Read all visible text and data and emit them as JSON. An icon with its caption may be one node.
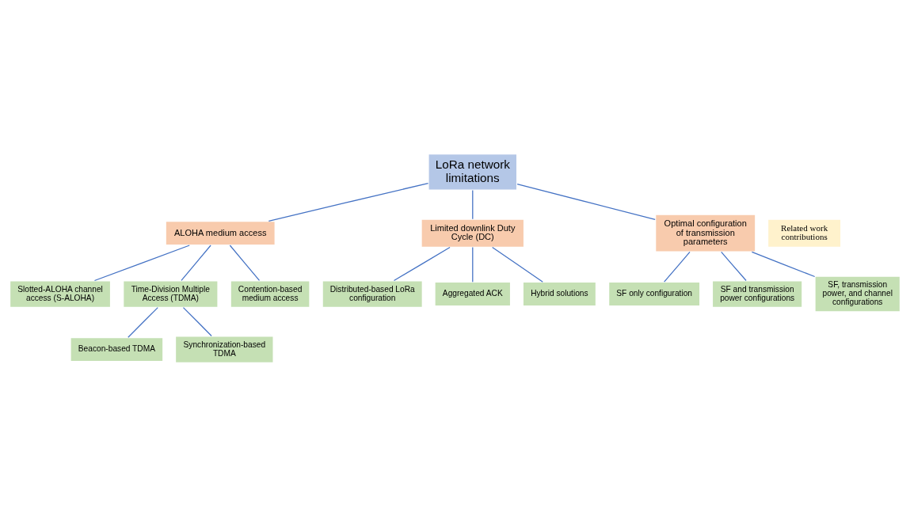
{
  "diagram": {
    "nodes": [
      {
        "text": [
          "LoRa network limitations"
        ]
      },
      {
        "text": [
          "ALOHA medium access"
        ]
      },
      {
        "text": [
          "Limited downlink Duty Cycle (DC)"
        ]
      },
      {
        "text": [
          "Optimal configuration of transmission parameters"
        ]
      },
      {
        "text": [
          "Related work contributions"
        ]
      },
      {
        "text": [
          "Slotted-ALOHA channel access (S-ALOHA)"
        ]
      },
      {
        "text": [
          "Time-Division Multiple Access (TDMA)"
        ]
      },
      {
        "text": [
          "Contention-based medium access"
        ]
      },
      {
        "text": [
          "Beacon-based TDMA"
        ]
      },
      {
        "text": [
          "Synchronization-based TDMA"
        ]
      },
      {
        "text": [
          "Distributed-based LoRa configuration"
        ]
      },
      {
        "text": [
          "Aggregated ACK"
        ]
      },
      {
        "text": [
          "Hybrid solutions"
        ]
      },
      {
        "text": [
          "SF only configuration"
        ]
      },
      {
        "text": [
          "SF and transmission power configurations"
        ]
      },
      {
        "text": [
          "SF, transmission power, and channel configurations"
        ]
      }
    ],
    "edges": [
      {
        "from": 0,
        "to": 1,
        "arrow": "none"
      },
      {
        "from": 0,
        "to": 2,
        "arrow": "none"
      },
      {
        "from": 0,
        "to": 3,
        "arrow": "none"
      },
      {
        "from": 1,
        "to": 5,
        "arrow": "none"
      },
      {
        "from": 1,
        "to": 6,
        "arrow": "none"
      },
      {
        "from": 1,
        "to": 7,
        "arrow": "none"
      },
      {
        "from": 6,
        "to": 8,
        "arrow": "none"
      },
      {
        "from": 6,
        "to": 9,
        "arrow": "none"
      },
      {
        "from": 2,
        "to": 10,
        "arrow": "none"
      },
      {
        "from": 2,
        "to": 11,
        "arrow": "none"
      },
      {
        "from": 2,
        "to": 12,
        "arrow": "none"
      },
      {
        "from": 3,
        "to": 13,
        "arrow": "none"
      },
      {
        "from": 3,
        "to": 14,
        "arrow": "none"
      },
      {
        "from": 3,
        "to": 15,
        "arrow": "none"
      }
    ]
  }
}
